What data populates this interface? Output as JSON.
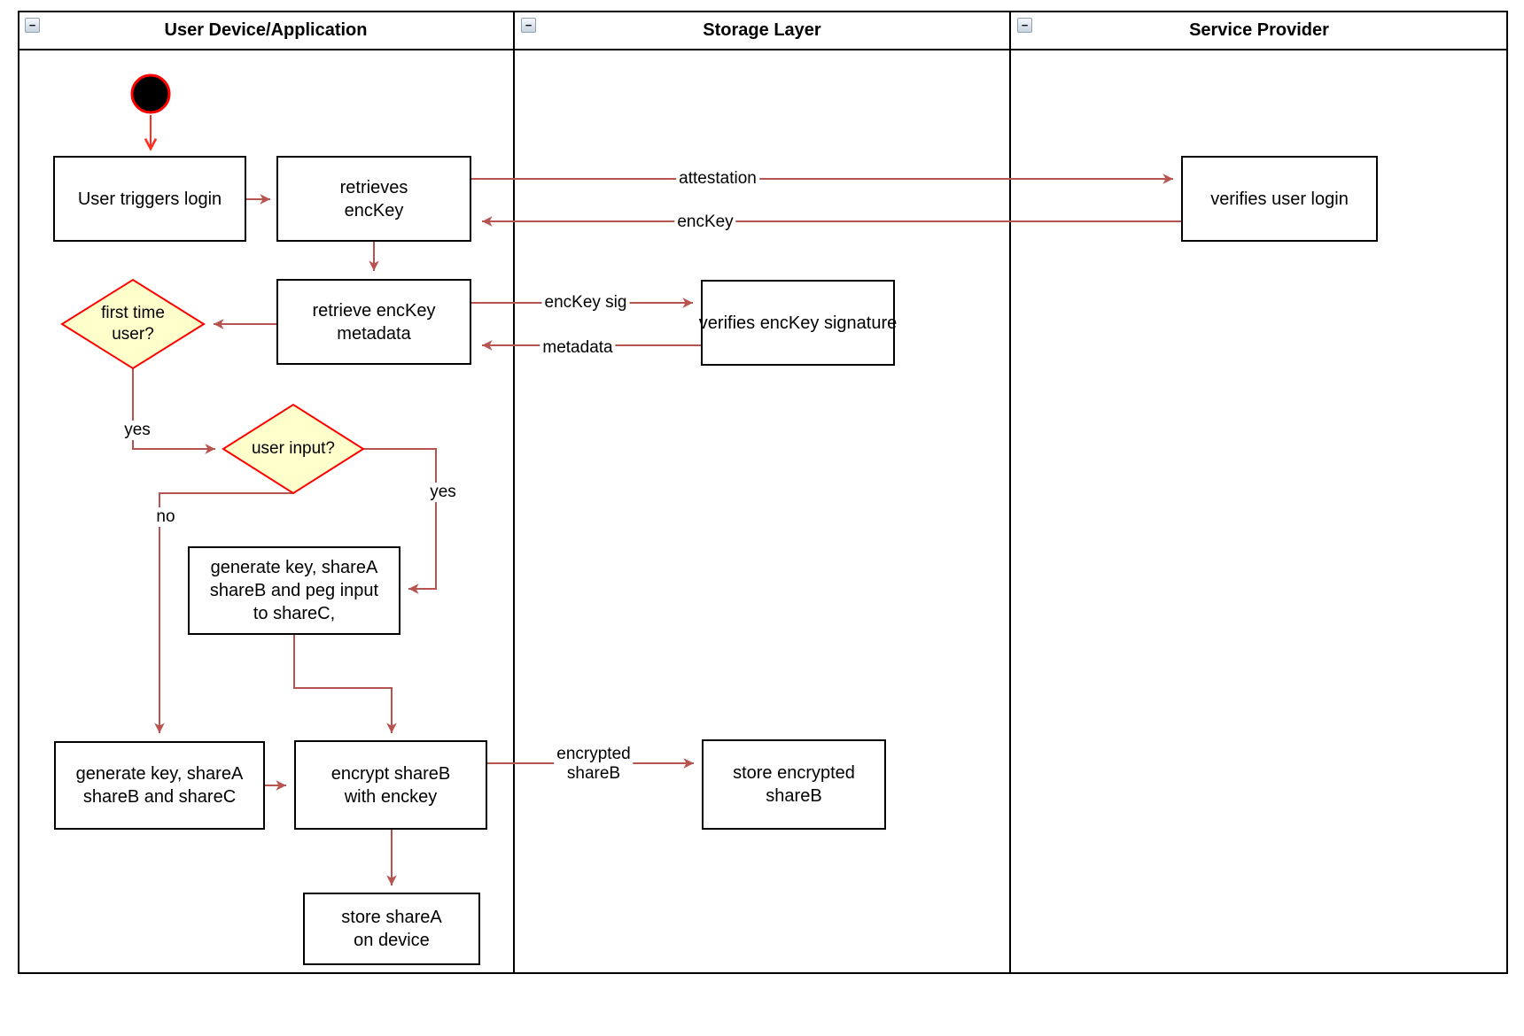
{
  "diagram": {
    "type": "swimlane-activity-diagram",
    "lanes": [
      {
        "title": "User Device/Application",
        "collapse_icon": "collapse-minus-icon",
        "collapse_glyph": "−"
      },
      {
        "title": "Storage Layer",
        "collapse_icon": "collapse-minus-icon",
        "collapse_glyph": "−"
      },
      {
        "title": "Service Provider",
        "collapse_icon": "collapse-minus-icon",
        "collapse_glyph": "−"
      }
    ],
    "nodes": {
      "start": {
        "shape": "initial-node"
      },
      "user_triggers_login": {
        "label": "User triggers login"
      },
      "retrieves_enckey": {
        "label": "retrieves\nencKey"
      },
      "verifies_user_login": {
        "label": "verifies user login"
      },
      "retrieve_enckey_metadata": {
        "label": "retrieve encKey\nmetadata"
      },
      "verifies_enckey_signature": {
        "label": "verifies encKey signature"
      },
      "first_time_user": {
        "label": "first time\nuser?",
        "shape": "decision"
      },
      "user_input": {
        "label": "user input?",
        "shape": "decision"
      },
      "generate_key_peg_input": {
        "label": "generate key, shareA\nshareB and peg input\nto shareC,"
      },
      "generate_key_sharec": {
        "label": "generate key, shareA\nshareB and shareC"
      },
      "encrypt_shareb": {
        "label": "encrypt shareB\nwith enckey"
      },
      "store_encrypted_shareb": {
        "label": "store encrypted\nshareB"
      },
      "store_sharea": {
        "label": "store shareA\non device"
      }
    },
    "edge_labels": {
      "attestation": "attestation",
      "enckey": "encKey",
      "enckey_sig": "encKey sig",
      "metadata": "metadata",
      "first_time_yes": "yes",
      "user_input_yes": "yes",
      "user_input_no": "no",
      "encrypted_shareb": "encrypted\nshareB"
    },
    "colors": {
      "edge": "#b85450",
      "start_edge": "#ff2f22",
      "start_fill": "#000000",
      "start_stroke": "#ff0000",
      "decision_fill": "#ffffcc",
      "decision_stroke": "#ff0000",
      "node_fill": "#ffffff",
      "node_stroke": "#000000"
    }
  }
}
